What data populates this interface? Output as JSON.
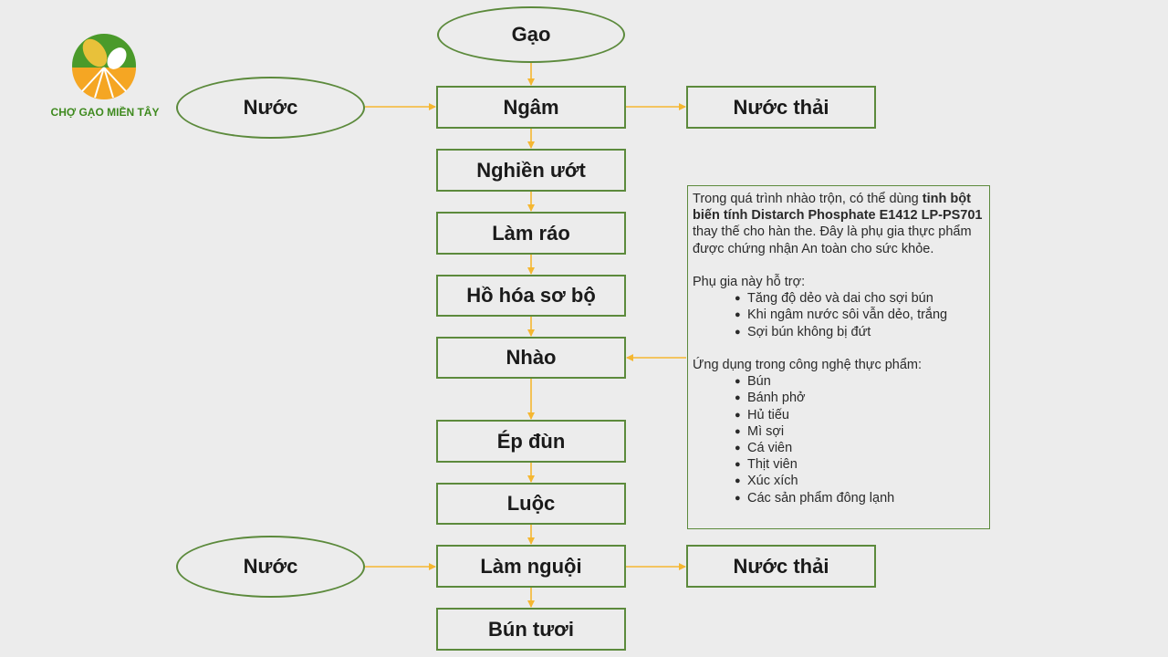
{
  "logo": {
    "text": "CHỢ GẠO MIỀN TÂY",
    "icon": "rice-grain-sun-logo",
    "colors": [
      "#4a9a2a",
      "#f5a623",
      "#e8c13a"
    ]
  },
  "nodes": {
    "gao": "Gạo",
    "nuoc_1": "Nước",
    "ngam": "Ngâm",
    "nuoc_thai_1": "Nước thải",
    "nghien_uot": "Nghiền ướt",
    "lam_rao": "Làm ráo",
    "ho_hoa": "Hồ hóa sơ bộ",
    "nhao": "Nhào",
    "ep_dun": "Ép đùn",
    "luoc": "Luộc",
    "nuoc_2": "Nước",
    "lam_nguoi": "Làm nguội",
    "nuoc_thai_2": "Nước thải",
    "bun_tuoi": "Bún tươi"
  },
  "note": {
    "intro_1": "Trong quá trình nhào trộn, có thể dùng ",
    "intro_bold": "tinh bột biến tính Distarch Phosphate E1412 LP-PS701",
    "intro_2": " thay thế cho hàn the. Đây là phụ gia thực phẩm được chứng nhận An toàn cho sức khỏe.",
    "support_heading": "Phụ gia này hỗ trợ:",
    "support_items": [
      "Tăng độ dẻo và dai cho sợi bún",
      "Khi ngâm nước sôi vẫn dẻo, trắng",
      "Sợi bún không bị đứt"
    ],
    "apps_heading": "Ứng dụng trong công nghệ thực phẩm:",
    "apps_items": [
      "Bún",
      "Bánh phở",
      "Hủ tiếu",
      "Mì sợi",
      "Cá viên",
      "Thịt viên",
      "Xúc xích",
      "Các sản phẩm đông lạnh"
    ]
  },
  "colors": {
    "border": "#5c8a3c",
    "arrow": "#f5b731",
    "background": "#ececec"
  }
}
